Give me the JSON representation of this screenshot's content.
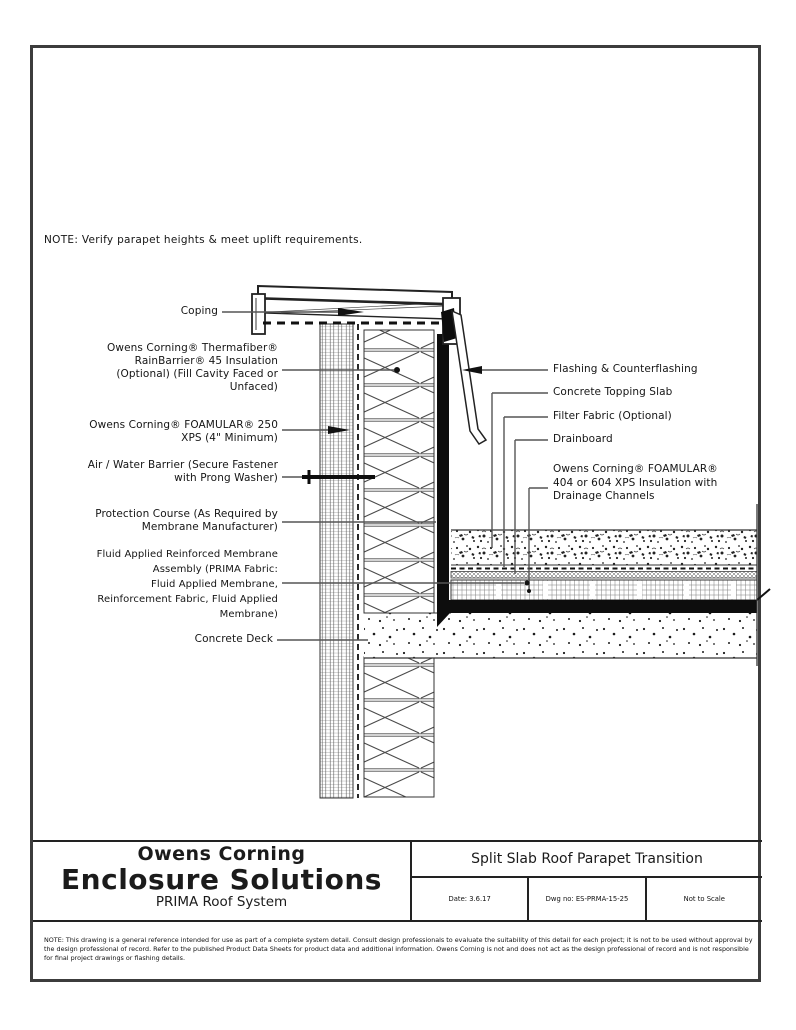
{
  "note": "NOTE: Verify parapet heights & meet uplift requirements.",
  "labels": {
    "left": {
      "coping": "Coping",
      "thermafiber": "Owens Corning® Thermafiber®\nRainBarrier® 45 Insulation\n(Optional) (Fill Cavity Faced or\nUnfaced)",
      "foamular250": "Owens Corning® FOAMULAR® 250\nXPS (4\" Minimum)",
      "air_water_barrier": "Air / Water Barrier (Secure Fastener\nwith Prong Washer)",
      "protection_course": "Protection Course (As Required by\nMembrane Manufacturer)",
      "fluid_membrane": "Fluid Applied Reinforced Membrane\nAssembly (PRIMA Fabric:\nFluid Applied Membrane,\nReinforcement Fabric, Fluid Applied\nMembrane)",
      "concrete_deck": "Concrete Deck"
    },
    "right": {
      "flashing": "Flashing & Counterflashing",
      "topping_slab": "Concrete Topping Slab",
      "filter_fabric": "Filter Fabric (Optional)",
      "drainboard": "Drainboard",
      "foamular404": "Owens Corning® FOAMULAR®\n404 or 604 XPS Insulation with\nDrainage Channels"
    }
  },
  "title_block": {
    "company_line1": "Owens Corning",
    "company_line2": "Enclosure Solutions",
    "system": "PRIMA Roof System",
    "drawing_title": "Split Slab Roof Parapet Transition",
    "date": "Date: 3.6.17",
    "dwg_no": "Dwg no: ES-PRMA-15-25",
    "scale": "Not to Scale"
  },
  "disclaimer": "NOTE: This drawing is a general reference intended for use as part of a complete system detail. Consult design professionals to evaluate the suitability of this detail for each project; it is not to be used without approval by the design professional of record. Refer to the published Product Data Sheets for product data and additional information. Owens Corning is not and does not act as the design professional of record and is not responsible for final project drawings or flashing details.",
  "colors": {
    "line": "#333333",
    "ink": "#0d0d0d",
    "leader": "#555555"
  }
}
